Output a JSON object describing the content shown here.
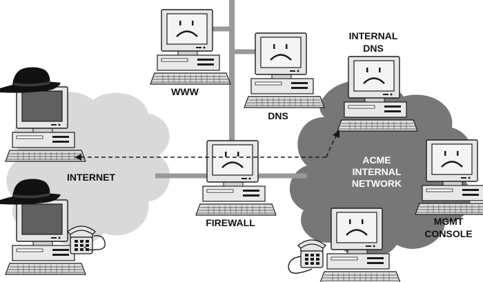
{
  "colors": {
    "cloud_light": "#d9d9d9",
    "cloud_dark": "#777777",
    "cable": "#999999",
    "monitor": "#e6e6e6",
    "screen_face": "#f4f4f4",
    "screen_dark": "#606060",
    "outline": "#1a1a1a",
    "hat": "#111111",
    "text": "#111111"
  },
  "labels": {
    "www": "WWW",
    "dns": "DNS",
    "internal_dns": [
      "INTERNAL",
      "DNS"
    ],
    "internet": "INTERNET",
    "firewall": "FIREWALL",
    "acme_network": [
      "ACME",
      "INTERNAL",
      "NETWORK"
    ],
    "mgmt_console": [
      "MGMT",
      "CONSOLE"
    ]
  },
  "nodes": [
    {
      "id": "www-server",
      "label": "WWW",
      "screen": "sad-face"
    },
    {
      "id": "dns-server",
      "label": "DNS",
      "screen": "sad-face"
    },
    {
      "id": "internal-dns-server",
      "label": "INTERNAL DNS",
      "screen": "sad-face"
    },
    {
      "id": "firewall",
      "label": "FIREWALL",
      "screen": "sad-face"
    },
    {
      "id": "mgmt-console",
      "label": "MGMT CONSOLE",
      "screen": "sad-face"
    },
    {
      "id": "internal-workstation",
      "screen": "sad-face"
    },
    {
      "id": "attacker-1",
      "screen": "dark",
      "accessory": "black-hat-icon"
    },
    {
      "id": "attacker-2",
      "screen": "dark",
      "accessory": "black-hat-icon"
    }
  ],
  "connections": [
    {
      "from": "www-server",
      "to": "backbone",
      "style": "solid"
    },
    {
      "from": "dns-server",
      "to": "backbone",
      "style": "solid"
    },
    {
      "from": "backbone",
      "to": "firewall",
      "style": "solid"
    },
    {
      "from": "firewall",
      "to": "internet",
      "style": "solid"
    },
    {
      "from": "firewall",
      "to": "acme-internal-network",
      "style": "solid"
    },
    {
      "from": "internal-dns-server",
      "to": "attacker-1",
      "style": "dashed-arrow"
    }
  ]
}
